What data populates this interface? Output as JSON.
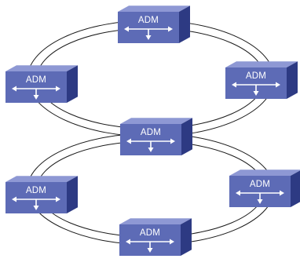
{
  "diagram": {
    "node_label": "ADM",
    "colors": {
      "front": "#5d6bb6",
      "top": "#8e98d4",
      "side": "#2d3a83",
      "arrow": "#ffffff",
      "ring_line": "#1a1a1a",
      "background": "#ffffff"
    },
    "rings": [
      {
        "name": "upper-ring",
        "nodes": [
          "node-top",
          "node-upper-left",
          "node-upper-right",
          "node-center"
        ]
      },
      {
        "name": "lower-ring",
        "nodes": [
          "node-center",
          "node-lower-left",
          "node-lower-right",
          "node-bottom"
        ]
      }
    ],
    "nodes": [
      {
        "id": "node-top",
        "label": "ADM"
      },
      {
        "id": "node-upper-left",
        "label": "ADM"
      },
      {
        "id": "node-upper-right",
        "label": "ADM"
      },
      {
        "id": "node-center",
        "label": "ADM"
      },
      {
        "id": "node-lower-left",
        "label": "ADM"
      },
      {
        "id": "node-lower-right",
        "label": "ADM"
      },
      {
        "id": "node-bottom",
        "label": "ADM"
      }
    ]
  }
}
